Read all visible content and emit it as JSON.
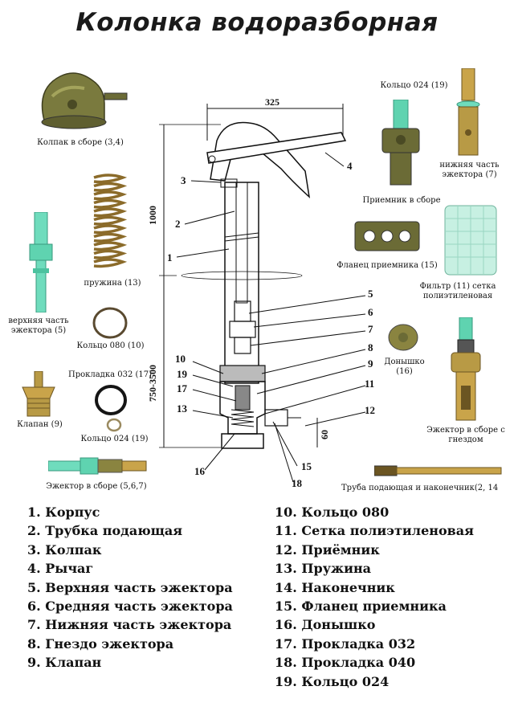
{
  "title": "Колонка водоразборная",
  "colors": {
    "brass": "#c9a44a",
    "olive": "#7a7a3e",
    "teal": "#5fd3b0",
    "black": "#151515"
  },
  "photos": {
    "kolpak": "Колпак в сборе (3,4)",
    "spring": "пружина (13)",
    "upper_ejector": "верхняя часть эжектора (5)",
    "ring080": "Кольцо 080 (10)",
    "gasket": "Прокладка 032 (17)",
    "valve": "Клапан (9)",
    "ring024_left": "Кольцо 024 (19)",
    "ejector_assembly": "Эжектор в сборе (5,6,7)",
    "ring024_top": "Кольцо 024 (19)",
    "lower_ejector": "нижняя часть эжектора (7)",
    "receiver": "Приемник в сборе",
    "flange": "Фланец приемника (15)",
    "filter": "Фильтр (11) сетка полиэтиленовая",
    "bottom": "Донышко (16)",
    "ejector_socket": "Эжектор в сборе с гнездом",
    "pipe_tip": "Труба подающая и наконечник(2, 14"
  },
  "drawing": {
    "dim_width": "325",
    "dim_height": "1000",
    "dim_depth": "750-3500",
    "dim_bottom": "60",
    "callouts": [
      "1",
      "2",
      "3",
      "4",
      "5",
      "6",
      "7",
      "8",
      "9",
      "10",
      "11",
      "12",
      "13",
      "15",
      "16",
      "17",
      "18",
      "19"
    ]
  },
  "legend_left": [
    "1. Корпус",
    "2. Трубка подающая",
    "3. Колпак",
    "4. Рычаг",
    "5. Верхняя часть эжектора",
    "6. Средняя часть эжектора",
    "7. Нижняя часть эжектора",
    "8. Гнездо эжектора",
    "9. Клапан"
  ],
  "legend_right": [
    "10. Кольцо 080",
    "11. Сетка полиэтиленовая",
    "12. Приёмник",
    "13. Пружина",
    "14. Наконечник",
    "15. Фланец приемника",
    "16. Донышко",
    "17. Прокладка 032",
    "18. Прокладка 040",
    "19. Кольцо 024"
  ]
}
